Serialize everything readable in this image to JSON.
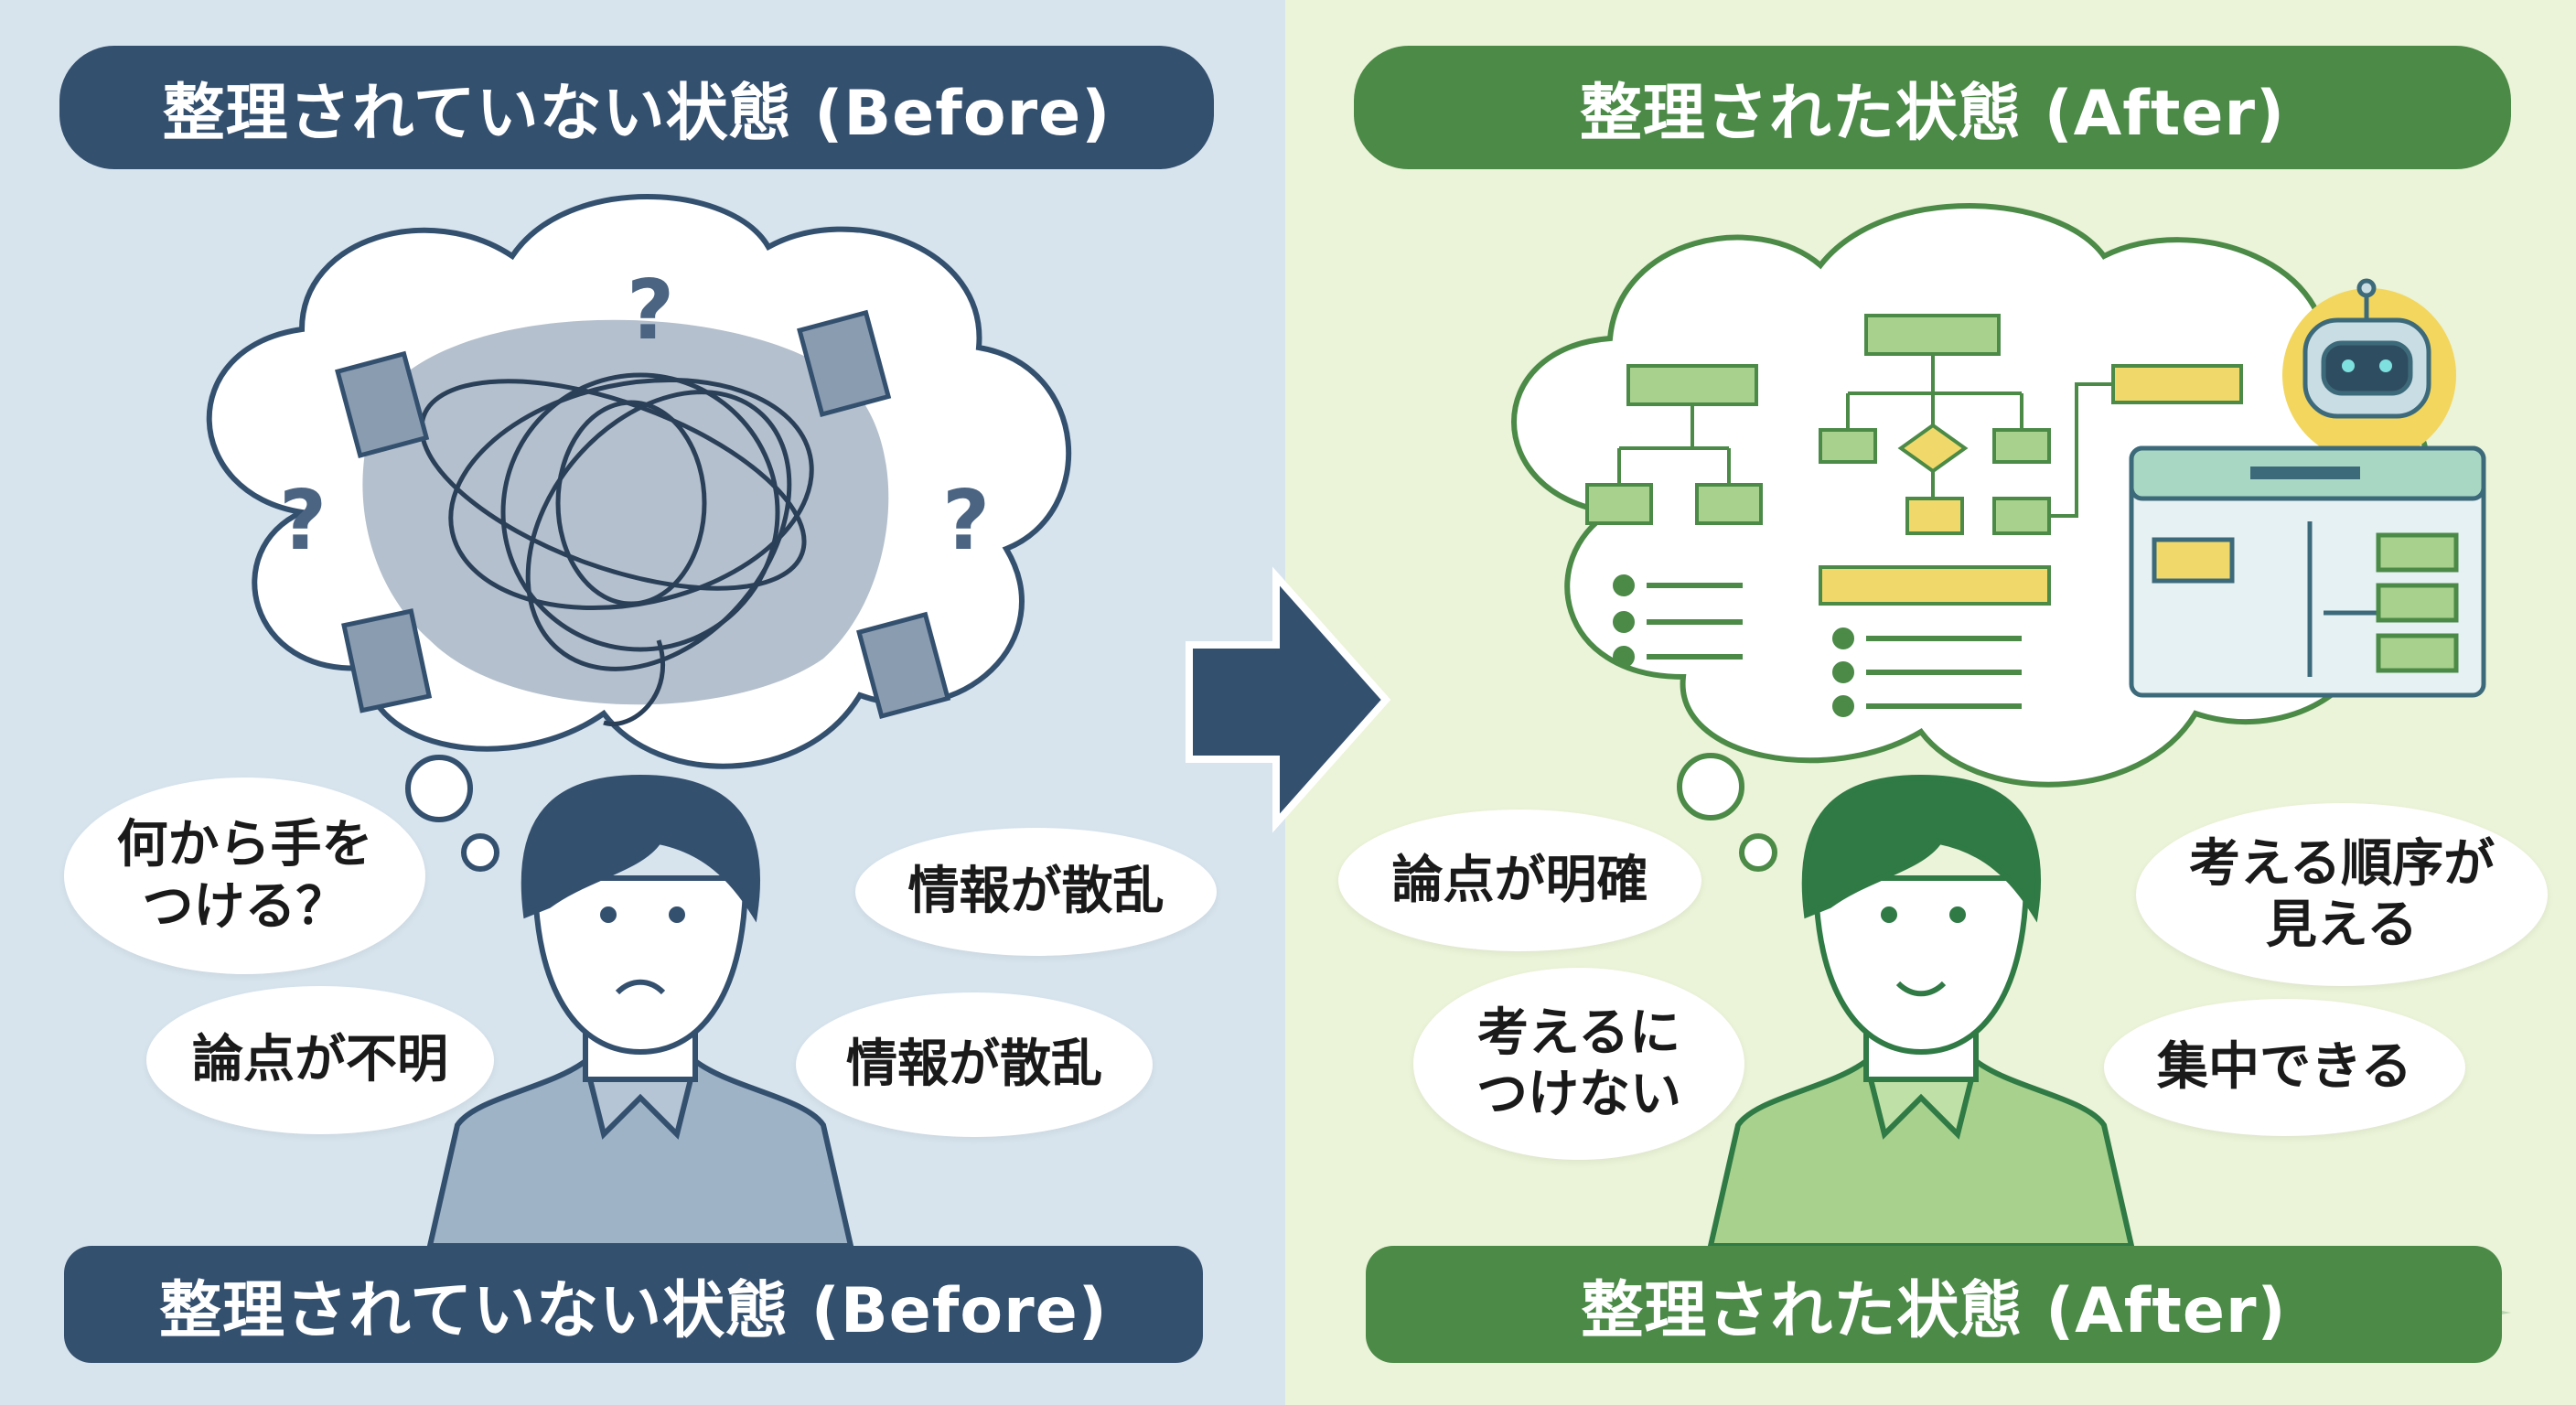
{
  "before": {
    "top_title": "整理されていない状態 (Before)",
    "bottom_title": "整理されていない状態 (Before)",
    "bubbles": [
      "何から手を\nつける？",
      "情報が散乱",
      "論点が不明",
      "情報が散乱"
    ],
    "color": "#34506f"
  },
  "after": {
    "top_title": "整理された状態 (After)",
    "bottom_title": "整理された状態 (After)",
    "bubbles": [
      "論点が明確",
      "考える順序が\n見える",
      "考えるに\nつけない",
      "集中できる"
    ],
    "color": "#4b8a47"
  }
}
